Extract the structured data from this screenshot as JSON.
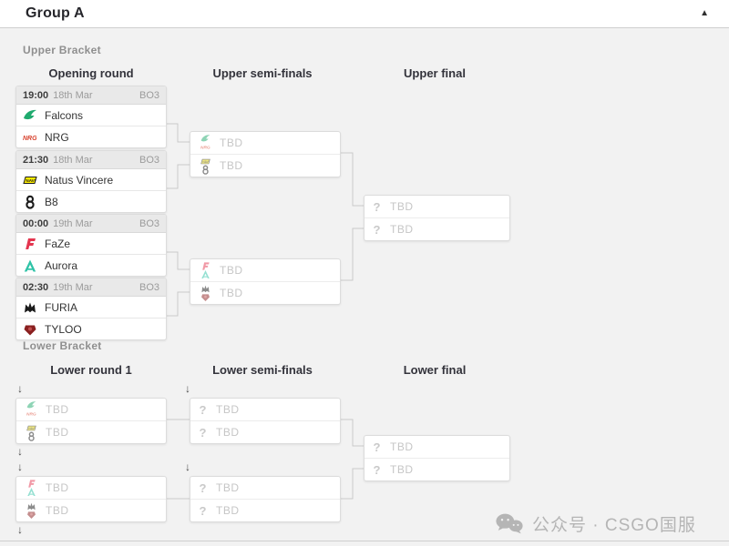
{
  "header": {
    "title": "Group A"
  },
  "icons": {
    "collapse": "▲",
    "drop_arrow": "↓",
    "question": "?"
  },
  "team_colors": {
    "falcons": "#1faa6e",
    "nrg": "#d8432f",
    "navi": "#ffee00",
    "b8": "#1a1a1a",
    "faze": "#e4354f",
    "aurora": "#2fc3a7",
    "furia": "#1a1a1a",
    "tyloo": "#8a2020"
  },
  "upper_bracket": {
    "section_label": "Upper Bracket",
    "columns": [
      "Opening round",
      "Upper semi-finals",
      "Upper final"
    ],
    "opening_round": [
      {
        "time": "19:00",
        "date": "18th Mar",
        "format": "BO3",
        "teams": [
          {
            "name": "Falcons"
          },
          {
            "name": "NRG"
          }
        ]
      },
      {
        "time": "21:30",
        "date": "18th Mar",
        "format": "BO3",
        "teams": [
          {
            "name": "Natus Vincere"
          },
          {
            "name": "B8"
          }
        ]
      },
      {
        "time": "00:00",
        "date": "19th Mar",
        "format": "BO3",
        "teams": [
          {
            "name": "FaZe"
          },
          {
            "name": "Aurora"
          }
        ]
      },
      {
        "time": "02:30",
        "date": "19th Mar",
        "format": "BO3",
        "teams": [
          {
            "name": "FURIA"
          },
          {
            "name": "TYLOO"
          }
        ]
      }
    ],
    "semi_finals": [
      {
        "slots": [
          {
            "label": "TBD"
          },
          {
            "label": "TBD"
          }
        ]
      },
      {
        "slots": [
          {
            "label": "TBD"
          },
          {
            "label": "TBD"
          }
        ]
      }
    ],
    "final": {
      "slots": [
        {
          "label": "TBD"
        },
        {
          "label": "TBD"
        }
      ]
    }
  },
  "lower_bracket": {
    "section_label": "Lower Bracket",
    "columns": [
      "Lower round 1",
      "Lower semi-finals",
      "Lower final"
    ],
    "round_1": [
      {
        "slots": [
          {
            "label": "TBD"
          },
          {
            "label": "TBD"
          }
        ]
      },
      {
        "slots": [
          {
            "label": "TBD"
          },
          {
            "label": "TBD"
          }
        ]
      }
    ],
    "semi_finals": [
      {
        "slots": [
          {
            "label": "TBD"
          },
          {
            "label": "TBD"
          }
        ]
      },
      {
        "slots": [
          {
            "label": "TBD"
          },
          {
            "label": "TBD"
          }
        ]
      }
    ],
    "final": {
      "slots": [
        {
          "label": "TBD"
        },
        {
          "label": "TBD"
        }
      ]
    }
  },
  "watermark": {
    "text": "公众号 · CSGO国服"
  }
}
